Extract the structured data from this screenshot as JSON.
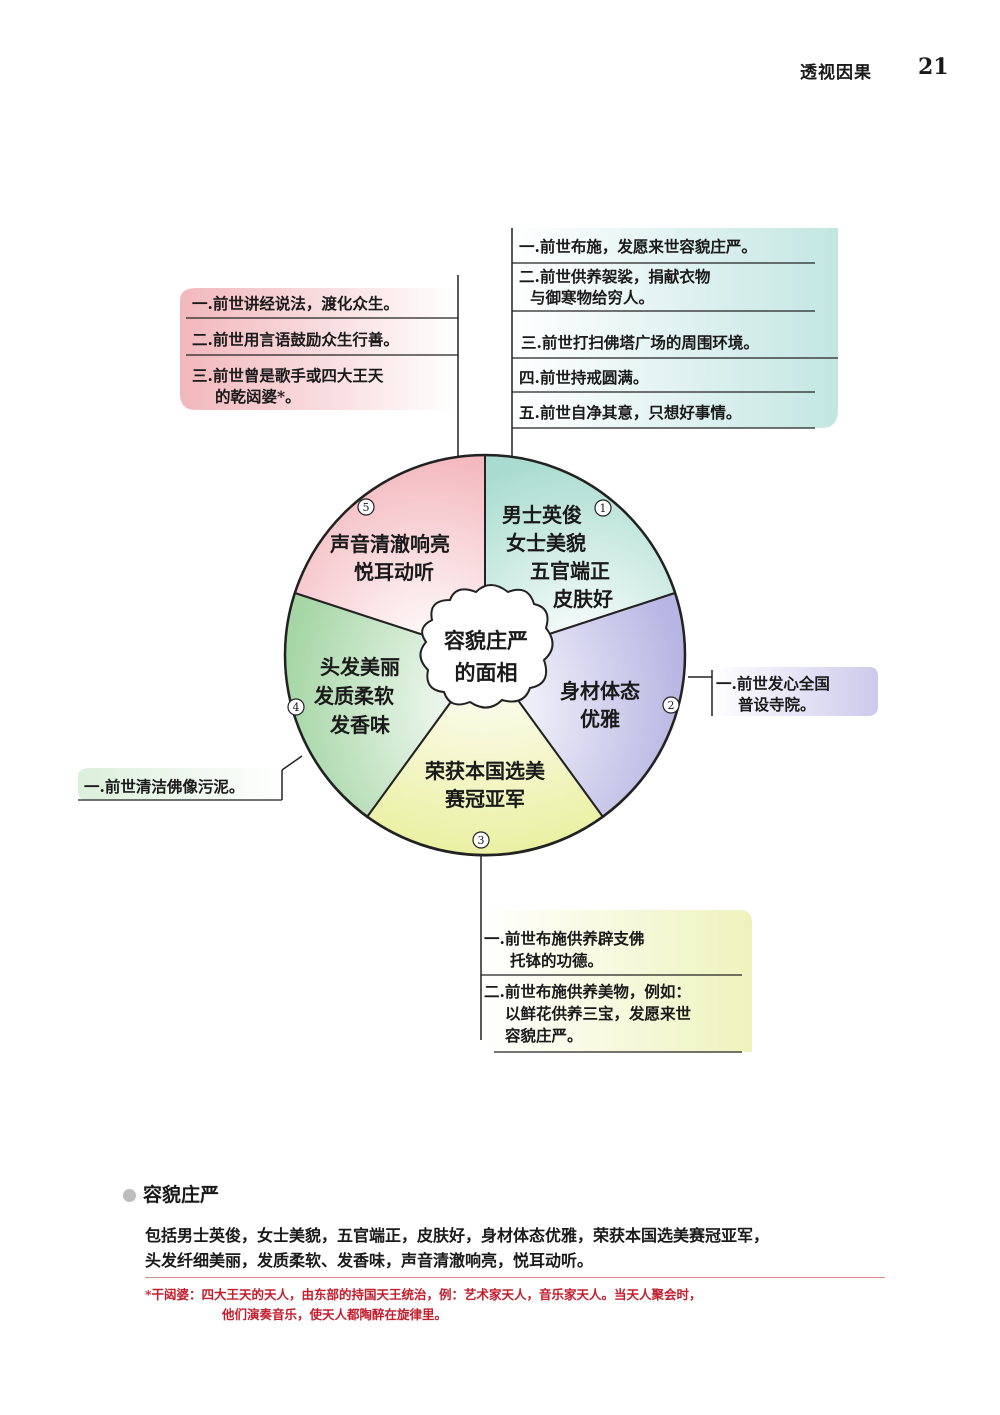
{
  "header": {
    "title": "透视因果",
    "page_number": "21"
  },
  "center": {
    "line1": "容貌庄严",
    "line2": "的面相"
  },
  "segments": [
    {
      "number": "1",
      "color": "#a9dccf",
      "lines": [
        "男士英俊",
        "女士美貌",
        "五官端正",
        "皮肤好"
      ]
    },
    {
      "number": "2",
      "color": "#b7b5e2",
      "lines": [
        "身材体态",
        "优雅"
      ]
    },
    {
      "number": "3",
      "color": "#eaf0a2",
      "lines": [
        "荣获本国选美",
        "赛冠亚军"
      ]
    },
    {
      "number": "4",
      "color": "#a6d6a6",
      "lines": [
        "头发美丽",
        "发质柔软",
        "发香味"
      ]
    },
    {
      "number": "5",
      "color": "#f3b9bf",
      "lines": [
        "声音清澈响亮",
        "悦耳动听"
      ]
    }
  ],
  "box_seg1": {
    "items": [
      [
        "一.前世布施，发愿来世容貌庄严。"
      ],
      [
        "二.前世供养袈裟，捐献衣物",
        "与御寒物给穷人。"
      ],
      [
        "三.前世打扫佛塔广场的周围环境。"
      ],
      [
        "四.前世持戒圆满。"
      ],
      [
        "五.前世自净其意，只想好事情。"
      ]
    ]
  },
  "box_seg5": {
    "items": [
      [
        "一.前世讲经说法，渡化众生。"
      ],
      [
        "二.前世用言语鼓励众生行善。"
      ],
      [
        "三.前世曾是歌手或四大王天",
        "的乾闼婆*。"
      ]
    ]
  },
  "box_seg2": {
    "items": [
      [
        "一.前世发心全国",
        "普设寺院。"
      ]
    ]
  },
  "box_seg4": {
    "items": [
      [
        "一.前世清洁佛像污泥。"
      ]
    ]
  },
  "box_seg3": {
    "items": [
      [
        "一.前世布施供养辟支佛",
        "托钵的功德。"
      ],
      [
        "二.前世布施供养美物，例如：",
        "以鲜花供养三宝，发愿来世",
        "容貌庄严。"
      ]
    ]
  },
  "section": {
    "title": "容貌庄严",
    "body_line1": "包括男士英俊，女士美貌，五官端正，皮肤好，身材体态优雅，荣获本国选美赛冠亚军，",
    "body_line2": "头发纤细美丽，发质柔软、发香味，声音清澈响亮，悦耳动听。"
  },
  "footnote": {
    "line1": "*干闼婆：四大王天的天人，由东部的持国天王统治，例：艺术家天人，音乐家天人。当天人聚会时，",
    "line2": "他们演奏音乐，使天人都陶醉在旋律里。"
  },
  "colors": {
    "pink": "#f3b9bf",
    "teal": "#a9dccf",
    "violet": "#b7b5e2",
    "yellow": "#eaf0a2",
    "green": "#a6d6a6",
    "footnote": "#c21e2e"
  }
}
